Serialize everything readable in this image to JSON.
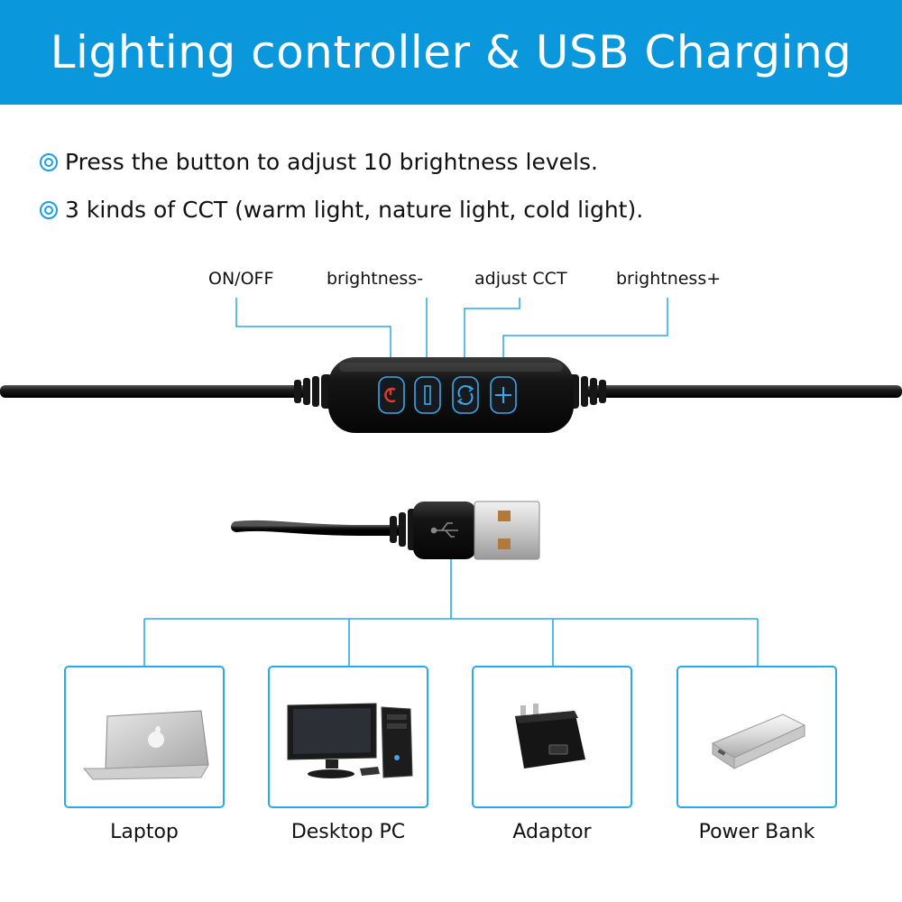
{
  "header": {
    "title": "Lighting controller & USB Charging"
  },
  "features": [
    "Press the button to adjust 10 brightness levels.",
    "3 kinds of CCT (warm light, nature light, cold light)."
  ],
  "controller": {
    "buttons": [
      {
        "label": "ON/OFF",
        "icon": "power-icon"
      },
      {
        "label": "brightness-",
        "icon": "minus-icon"
      },
      {
        "label": "adjust CCT",
        "icon": "cycle-icon"
      },
      {
        "label": "brightness+",
        "icon": "plus-icon"
      }
    ]
  },
  "devices": [
    {
      "label": "Laptop",
      "icon": "laptop-icon"
    },
    {
      "label": "Desktop PC",
      "icon": "desktop-pc-icon"
    },
    {
      "label": "Adaptor",
      "icon": "adaptor-icon"
    },
    {
      "label": "Power Bank",
      "icon": "power-bank-icon"
    }
  ],
  "colors": {
    "accent": "#0b97dc",
    "leader_line": "#29a9e6",
    "button_glow": "#3aa7e8"
  }
}
